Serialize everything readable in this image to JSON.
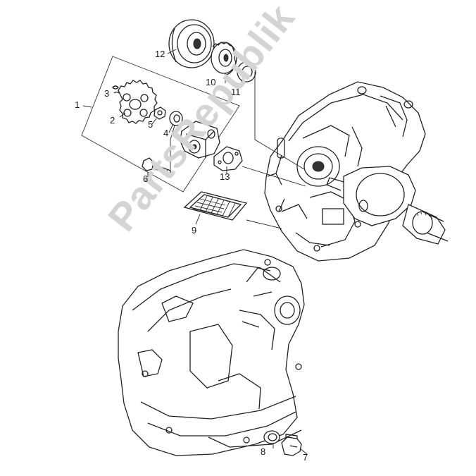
{
  "watermark": "PartsRepublik",
  "callouts": [
    {
      "id": "1",
      "label": "1"
    },
    {
      "id": "2",
      "label": "2"
    },
    {
      "id": "3",
      "label": "3"
    },
    {
      "id": "4",
      "label": "4"
    },
    {
      "id": "5",
      "label": "5"
    },
    {
      "id": "6",
      "label": "6"
    },
    {
      "id": "7",
      "label": "7"
    },
    {
      "id": "8",
      "label": "8"
    },
    {
      "id": "9",
      "label": "9"
    },
    {
      "id": "10",
      "label": "10"
    },
    {
      "id": "11",
      "label": "11"
    },
    {
      "id": "12",
      "label": "12"
    },
    {
      "id": "13",
      "label": "13"
    }
  ]
}
